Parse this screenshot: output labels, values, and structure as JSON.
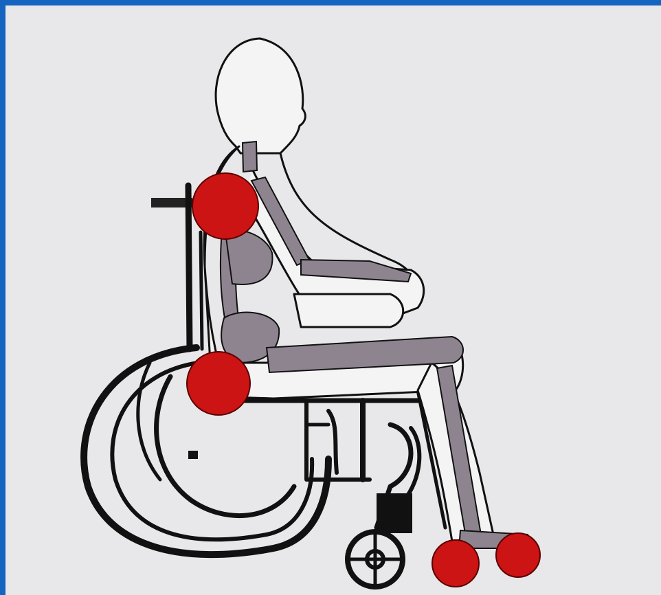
{
  "colors": {
    "frame_border": "#1565c0",
    "paper_background": "#e8e8ea",
    "bone_gray": "#8e8490",
    "pressure_point_red": "#cc1414",
    "outline_black": "#111111"
  },
  "figure": {
    "subject": "seated-person-in-wheelchair",
    "skeleton_visible": true,
    "highlighted_pressure_areas": [
      "shoulder-blade",
      "sacrum-buttocks",
      "heel-left",
      "heel-right"
    ]
  }
}
